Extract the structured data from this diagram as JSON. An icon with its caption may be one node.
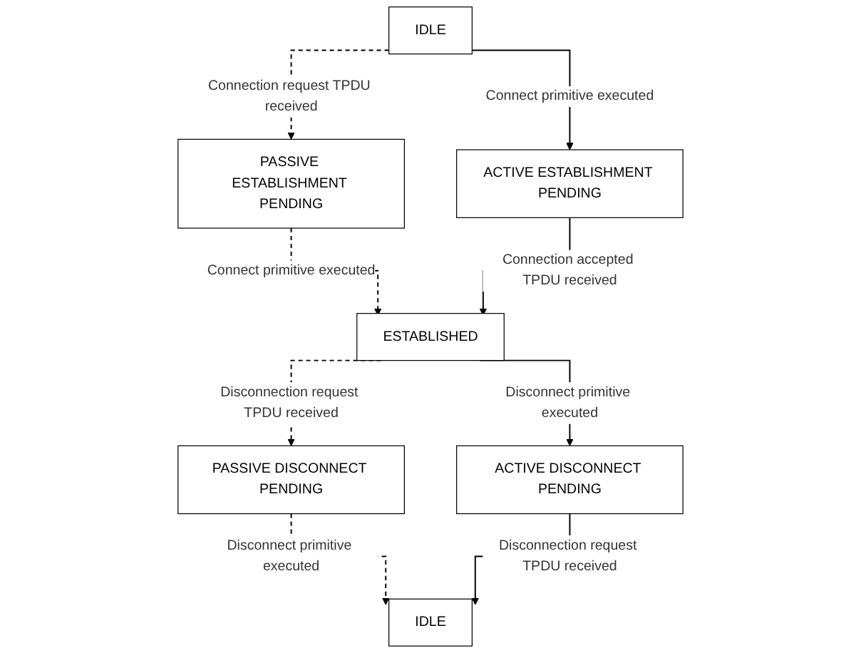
{
  "diagram": {
    "nodes": [
      {
        "text": [
          "IDLE"
        ]
      },
      {
        "text": [
          "PASSIVE ESTABLISHMENT PENDING"
        ]
      },
      {
        "text": [
          "ACTIVE ESTABLISHMENT PENDING"
        ]
      },
      {
        "text": [
          "ESTABLISHED"
        ]
      },
      {
        "text": [
          "PASSIVE DISCONNECT PENDING"
        ]
      },
      {
        "text": [
          "ACTIVE DISCONNECT PENDING"
        ]
      },
      {
        "text": [
          "IDLE"
        ]
      }
    ],
    "edges": [
      {
        "from": 0,
        "to": 1,
        "arrow": "to",
        "style": "dashed",
        "label": "Connection request TPDU received"
      },
      {
        "from": 0,
        "to": 2,
        "arrow": "to",
        "label": "Connect primitive executed"
      },
      {
        "from": 1,
        "to": 3,
        "arrow": "to",
        "style": "dashed",
        "label": "Connect primitive executed"
      },
      {
        "from": 2,
        "to": 3,
        "arrow": "to",
        "label": "Connection accepted TPDU received"
      },
      {
        "from": 3,
        "to": 4,
        "arrow": "to",
        "style": "dashed",
        "label": "Disconnection request TPDU received"
      },
      {
        "from": 3,
        "to": 5,
        "arrow": "to",
        "label": "Disconnect primitive executed"
      },
      {
        "from": 4,
        "to": 6,
        "arrow": "to",
        "style": "dashed",
        "label": "Disconnect primitive executed"
      },
      {
        "from": 5,
        "to": 6,
        "arrow": "to",
        "label": "Disconnection request TPDU received"
      }
    ]
  }
}
